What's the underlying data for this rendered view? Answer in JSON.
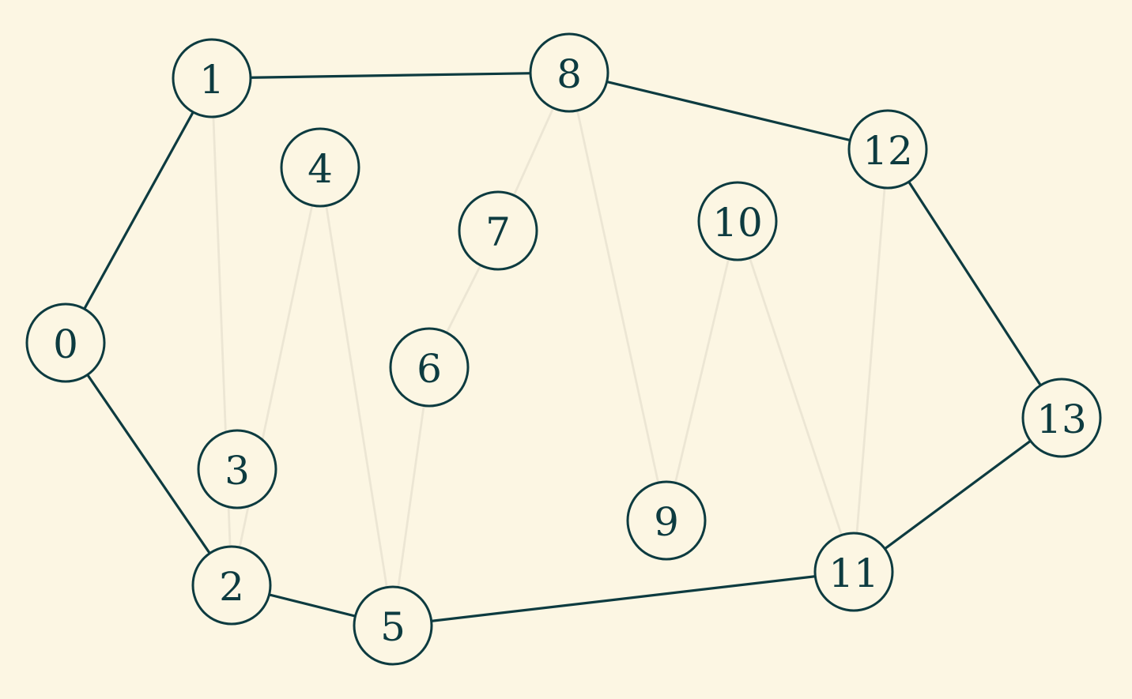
{
  "colors": {
    "background": "#fcf6e3",
    "node_stroke": "#0d3b40",
    "strong_edge": "#0d3b40",
    "faint_edge": "#ece6d4"
  },
  "nodes": [
    {
      "id": "0",
      "label": "0"
    },
    {
      "id": "1",
      "label": "1"
    },
    {
      "id": "2",
      "label": "2"
    },
    {
      "id": "3",
      "label": "3"
    },
    {
      "id": "4",
      "label": "4"
    },
    {
      "id": "5",
      "label": "5"
    },
    {
      "id": "6",
      "label": "6"
    },
    {
      "id": "7",
      "label": "7"
    },
    {
      "id": "8",
      "label": "8"
    },
    {
      "id": "9",
      "label": "9"
    },
    {
      "id": "10",
      "label": "10"
    },
    {
      "id": "11",
      "label": "11"
    },
    {
      "id": "12",
      "label": "12"
    },
    {
      "id": "13",
      "label": "13"
    }
  ],
  "edges": [
    {
      "from": "0",
      "to": "1",
      "style": "strong"
    },
    {
      "from": "0",
      "to": "2",
      "style": "strong"
    },
    {
      "from": "1",
      "to": "8",
      "style": "strong"
    },
    {
      "from": "8",
      "to": "12",
      "style": "strong"
    },
    {
      "from": "12",
      "to": "13",
      "style": "strong"
    },
    {
      "from": "13",
      "to": "11",
      "style": "strong"
    },
    {
      "from": "11",
      "to": "5",
      "style": "strong"
    },
    {
      "from": "5",
      "to": "2",
      "style": "strong"
    },
    {
      "from": "1",
      "to": "2",
      "style": "faint"
    },
    {
      "from": "4",
      "to": "2",
      "style": "faint"
    },
    {
      "from": "4",
      "to": "5",
      "style": "faint"
    },
    {
      "from": "6",
      "to": "5",
      "style": "faint"
    },
    {
      "from": "7",
      "to": "6",
      "style": "faint"
    },
    {
      "from": "8",
      "to": "7",
      "style": "faint"
    },
    {
      "from": "8",
      "to": "9",
      "style": "faint"
    },
    {
      "from": "10",
      "to": "9",
      "style": "faint"
    },
    {
      "from": "10",
      "to": "11",
      "style": "faint"
    },
    {
      "from": "12",
      "to": "11",
      "style": "faint"
    }
  ]
}
